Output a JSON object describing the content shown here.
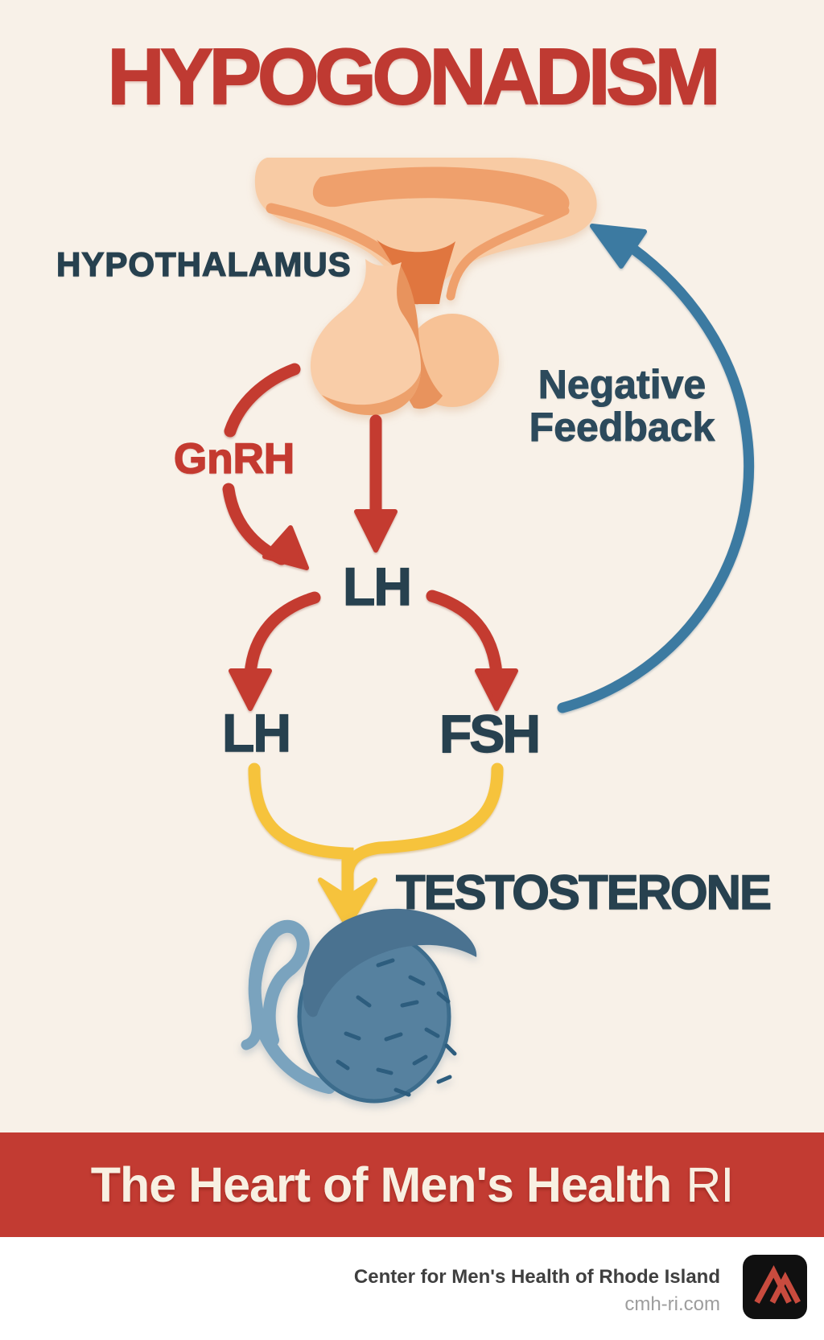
{
  "page": {
    "background_color": "#f8f1e8"
  },
  "title": {
    "text": "HYPOGONADISM",
    "color": "#bf3a32"
  },
  "diagram": {
    "hypothalamus_label": "HYPOTHALAMUS",
    "gnrh_label": "GnRH",
    "pituitary_hormone_label": "LH",
    "lh_label": "LH",
    "fsh_label": "FSH",
    "negative_feedback_line1": "Negative",
    "negative_feedback_line2": "Feedback",
    "testosterone_label": "TESTOSTERONE",
    "colors": {
      "label_navy": "#27414f",
      "arrow_red": "#c43b30",
      "arrow_yellow": "#f6c33c",
      "feedback_blue": "#3c7aa1",
      "gland_peach_light": "#f8cba4",
      "gland_peach_mid": "#efa06c",
      "gland_peach_dark": "#e0763f",
      "testis_blue": "#56819f",
      "epididymis_blue": "#4a7290",
      "vas_deferens_blue": "#7aa3be"
    }
  },
  "banner": {
    "text_bold": "The Heart of Men's Health",
    "text_light": "RI",
    "background_color": "#c23b32"
  },
  "footer": {
    "org_name": "Center for Men's Health of Rhode Island",
    "website": "cmh-ri.com",
    "logo_icon": "mountain-monogram-icon",
    "logo_color": "#c84b3e"
  }
}
